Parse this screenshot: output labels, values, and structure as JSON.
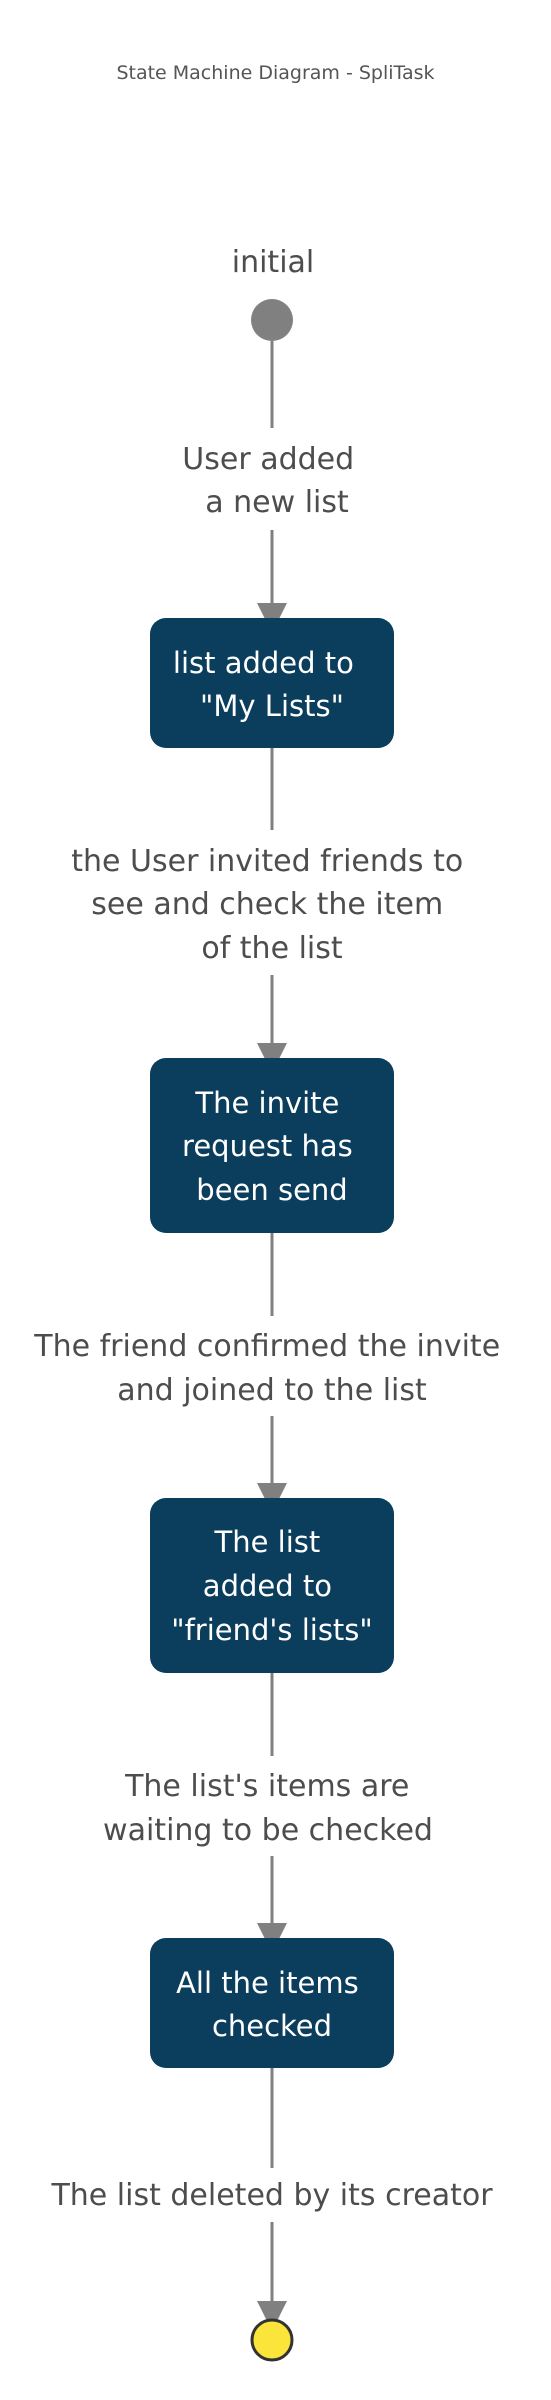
{
  "title": "State Machine Diagram - SpliTask",
  "initial_label": "initial",
  "states": [
    {
      "lines": [
        "list added to",
        "\"My Lists\""
      ]
    },
    {
      "lines": [
        "The invite",
        "request has",
        "been send"
      ]
    },
    {
      "lines": [
        "The list",
        "added to",
        "\"friend's lists\""
      ]
    },
    {
      "lines": [
        "All the items",
        "checked"
      ]
    }
  ],
  "transitions": [
    {
      "lines": [
        "User added",
        "a new list"
      ]
    },
    {
      "lines": [
        "the User invited  friends to",
        "see and check the item",
        "of the list"
      ]
    },
    {
      "lines": [
        "The friend confirmed the invite",
        "and joined to the list"
      ]
    },
    {
      "lines": [
        "The list's items are",
        "waiting to be checked"
      ]
    },
    {
      "lines": [
        "The list deleted by its creator"
      ]
    }
  ],
  "colors": {
    "state_fill": "#0b3d5c",
    "line": "#808080",
    "initial_node": "#808080",
    "final_node": "#fce53a",
    "final_border": "#333333",
    "text": "#4d4d4d"
  }
}
